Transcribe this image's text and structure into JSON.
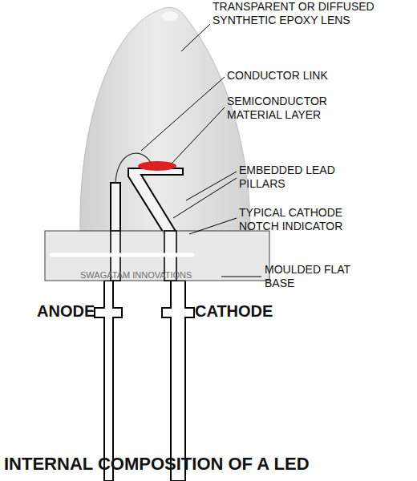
{
  "diagram": {
    "title": "INTERNAL COMPOSITION OF A LED",
    "labels": [
      "TRANSPARENT OR DIFFUSED SYNTHETIC EPOXY LENS",
      "CONDUCTOR LINK",
      "SEMICONDUCTOR MATERIAL LAYER",
      "EMBEDDED LEAD PILLARS",
      "TYPICAL CATHODE NOTCH INDICATOR",
      "MOULDED FLAT BASE",
      "SWAGATAM INNOVATIONS",
      "ANODE",
      "CATHODE"
    ]
  }
}
